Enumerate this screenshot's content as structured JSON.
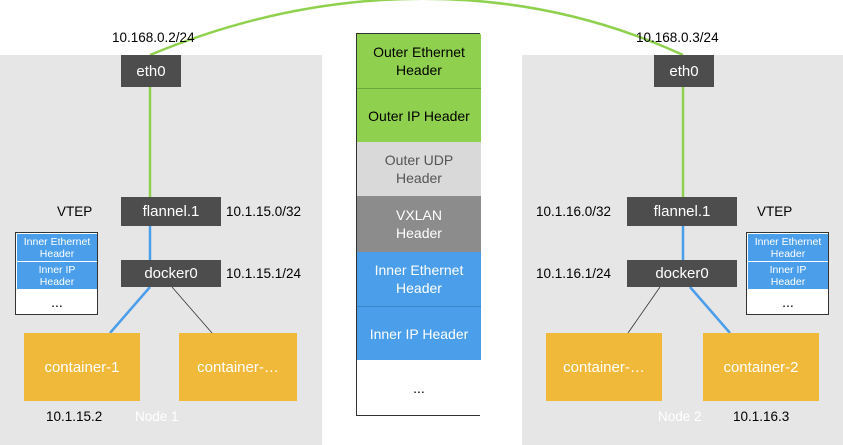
{
  "colors": {
    "green": "#8fd14f",
    "blue": "#4a9eea",
    "light_gray": "#d9d9d9",
    "mid_gray": "#8c8c8c",
    "dark_box": "#4d4d4d",
    "container": "#f0b93a",
    "node_bg": "#e6e6e6"
  },
  "node1": {
    "label": "Node 1",
    "eth0_ip": "10.168.0.2/24",
    "eth0": "eth0",
    "vtep": "VTEP",
    "flannel": "flannel.1",
    "flannel_ip": "10.1.15.0/32",
    "docker": "docker0",
    "docker_ip": "10.1.15.1/24",
    "container_a": "container-1",
    "container_a_ip": "10.1.15.2",
    "container_b": "container-…",
    "mini_stack": [
      "Inner Ethernet\nHeader",
      "Inner IP\nHeader",
      "..."
    ]
  },
  "node2": {
    "label": "Node 2",
    "eth0_ip": "10.168.0.3/24",
    "eth0": "eth0",
    "vtep": "VTEP",
    "flannel": "flannel.1",
    "flannel_ip": "10.1.16.0/32",
    "docker": "docker0",
    "docker_ip": "10.1.16.1/24",
    "container_a": "container-…",
    "container_b": "container-2",
    "container_b_ip": "10.1.16.3",
    "mini_stack": [
      "Inner Ethernet\nHeader",
      "Inner IP\nHeader",
      "..."
    ]
  },
  "packet": [
    {
      "label": "Outer Ethernet\nHeader",
      "style": "green"
    },
    {
      "label": "Outer IP Header",
      "style": "green"
    },
    {
      "label": "Outer UDP\nHeader",
      "style": "light_gray"
    },
    {
      "label": "VXLAN\nHeader",
      "style": "mid_gray"
    },
    {
      "label": "Inner Ethernet\nHeader",
      "style": "blue"
    },
    {
      "label": "Inner IP Header",
      "style": "blue"
    },
    {
      "label": "...",
      "style": "white"
    }
  ]
}
